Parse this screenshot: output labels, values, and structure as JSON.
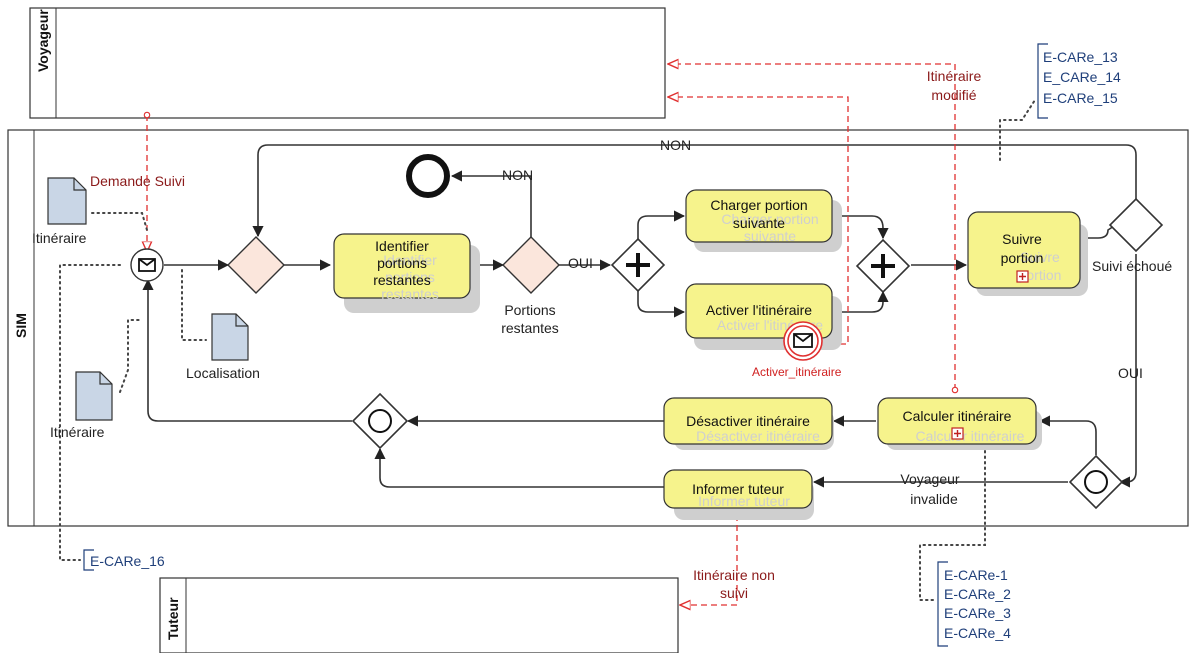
{
  "pools": {
    "voyageur": "Voyageur",
    "sim": "SIM",
    "tuteur": "Tuteur"
  },
  "tasks": {
    "identifier": [
      "Identifier",
      "portions",
      "restantes"
    ],
    "charger": [
      "Charger portion",
      "suivante"
    ],
    "activer": "Activer l'itinéraire",
    "suivre": [
      "Suivre",
      "portion"
    ],
    "calculer": "Calculer itinéraire",
    "desactiver": "Désactiver itinéraire",
    "informer": "Informer tuteur"
  },
  "ghost_labels": {
    "identifier": [
      "Identifier",
      "portions",
      "restantes"
    ],
    "charger": [
      "Charger portion",
      "suivante"
    ],
    "activer": "Activer l'itinéraire",
    "suivre": [
      "Suivre",
      "portion"
    ],
    "calculer": "Calculer itinéraire",
    "desactiver": "Désactiver itinéraire",
    "informer": "Informer tuteur"
  },
  "labels": {
    "non_top": "NON",
    "non_end": "NON",
    "oui_1": "OUI",
    "oui_2": "OUI",
    "portions_restantes": [
      "Portions",
      "restantes"
    ],
    "suivi_echoue": "Suivi échoué",
    "voyageur_invalide": [
      "Voyageur",
      "invalide"
    ],
    "activer_event": "Activer_itinéraire"
  },
  "documents": {
    "itineraire_top": "Itinéraire",
    "localisation": "Localisation",
    "itineraire_bottom": "Itinéraire"
  },
  "messages": {
    "demande_suivi": "Demande Suivi",
    "itineraire_modifie": [
      "Itinéraire",
      "modifié"
    ],
    "itineraire_non_suivi": [
      "Itinéraire non",
      "suivi"
    ]
  },
  "annotations": {
    "top_right": [
      "E-CARe_13",
      "E_CARe_14",
      "E-CARe_15"
    ],
    "bottom_left": [
      "E-CARe_16"
    ],
    "bottom_right": [
      "E-CARe-1",
      "E-CARe_2",
      "E-CARe_3",
      "E-CARe_4"
    ]
  },
  "colors": {
    "task_fill": "#f6f38c",
    "gateway_fill": "#fbe6dc",
    "message_flow": "#e03030",
    "document_fill": "#c9d6e6",
    "annotation": "#1f3f7a"
  }
}
